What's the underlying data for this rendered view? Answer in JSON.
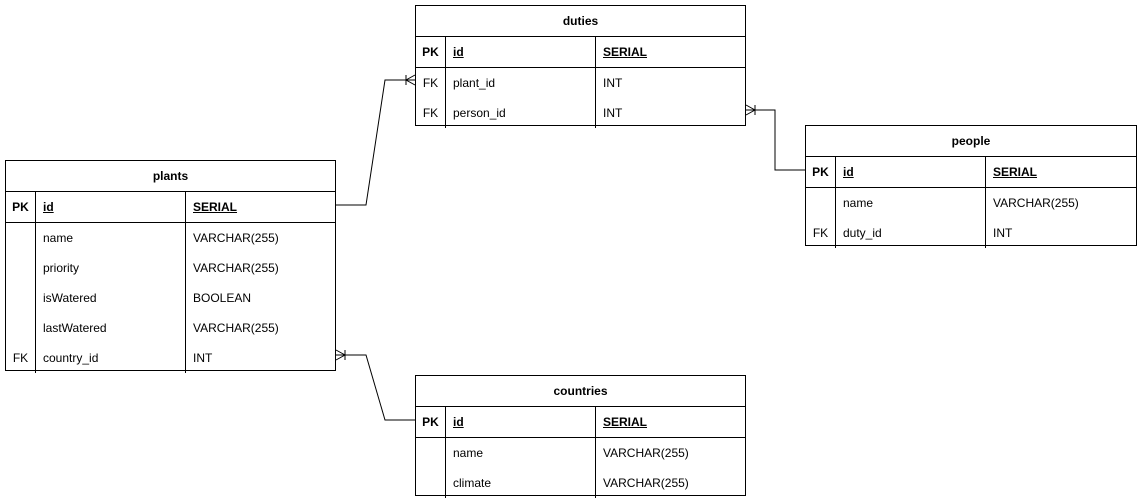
{
  "tables": {
    "duties": {
      "title": "duties",
      "pk": {
        "key": "PK",
        "name": "id",
        "type": "SERIAL"
      },
      "rows": [
        {
          "key": "FK",
          "name": "plant_id",
          "type": "INT"
        },
        {
          "key": "FK",
          "name": "person_id",
          "type": "INT"
        }
      ]
    },
    "people": {
      "title": "people",
      "pk": {
        "key": "PK",
        "name": "id",
        "type": "SERIAL"
      },
      "rows": [
        {
          "key": "",
          "name": "name",
          "type": "VARCHAR(255)"
        },
        {
          "key": "FK",
          "name": "duty_id",
          "type": "INT"
        }
      ]
    },
    "plants": {
      "title": "plants",
      "pk": {
        "key": "PK",
        "name": "id",
        "type": "SERIAL"
      },
      "rows": [
        {
          "key": "",
          "name": "name",
          "type": "VARCHAR(255)"
        },
        {
          "key": "",
          "name": "priority",
          "type": "VARCHAR(255)"
        },
        {
          "key": "",
          "name": "isWatered",
          "type": "BOOLEAN"
        },
        {
          "key": "",
          "name": "lastWatered",
          "type": "VARCHAR(255)"
        },
        {
          "key": "FK",
          "name": "country_id",
          "type": "INT"
        }
      ]
    },
    "countries": {
      "title": "countries",
      "pk": {
        "key": "PK",
        "name": "id",
        "type": "SERIAL"
      },
      "rows": [
        {
          "key": "",
          "name": "name",
          "type": "VARCHAR(255)"
        },
        {
          "key": "",
          "name": "climate",
          "type": "VARCHAR(255)"
        }
      ]
    }
  }
}
